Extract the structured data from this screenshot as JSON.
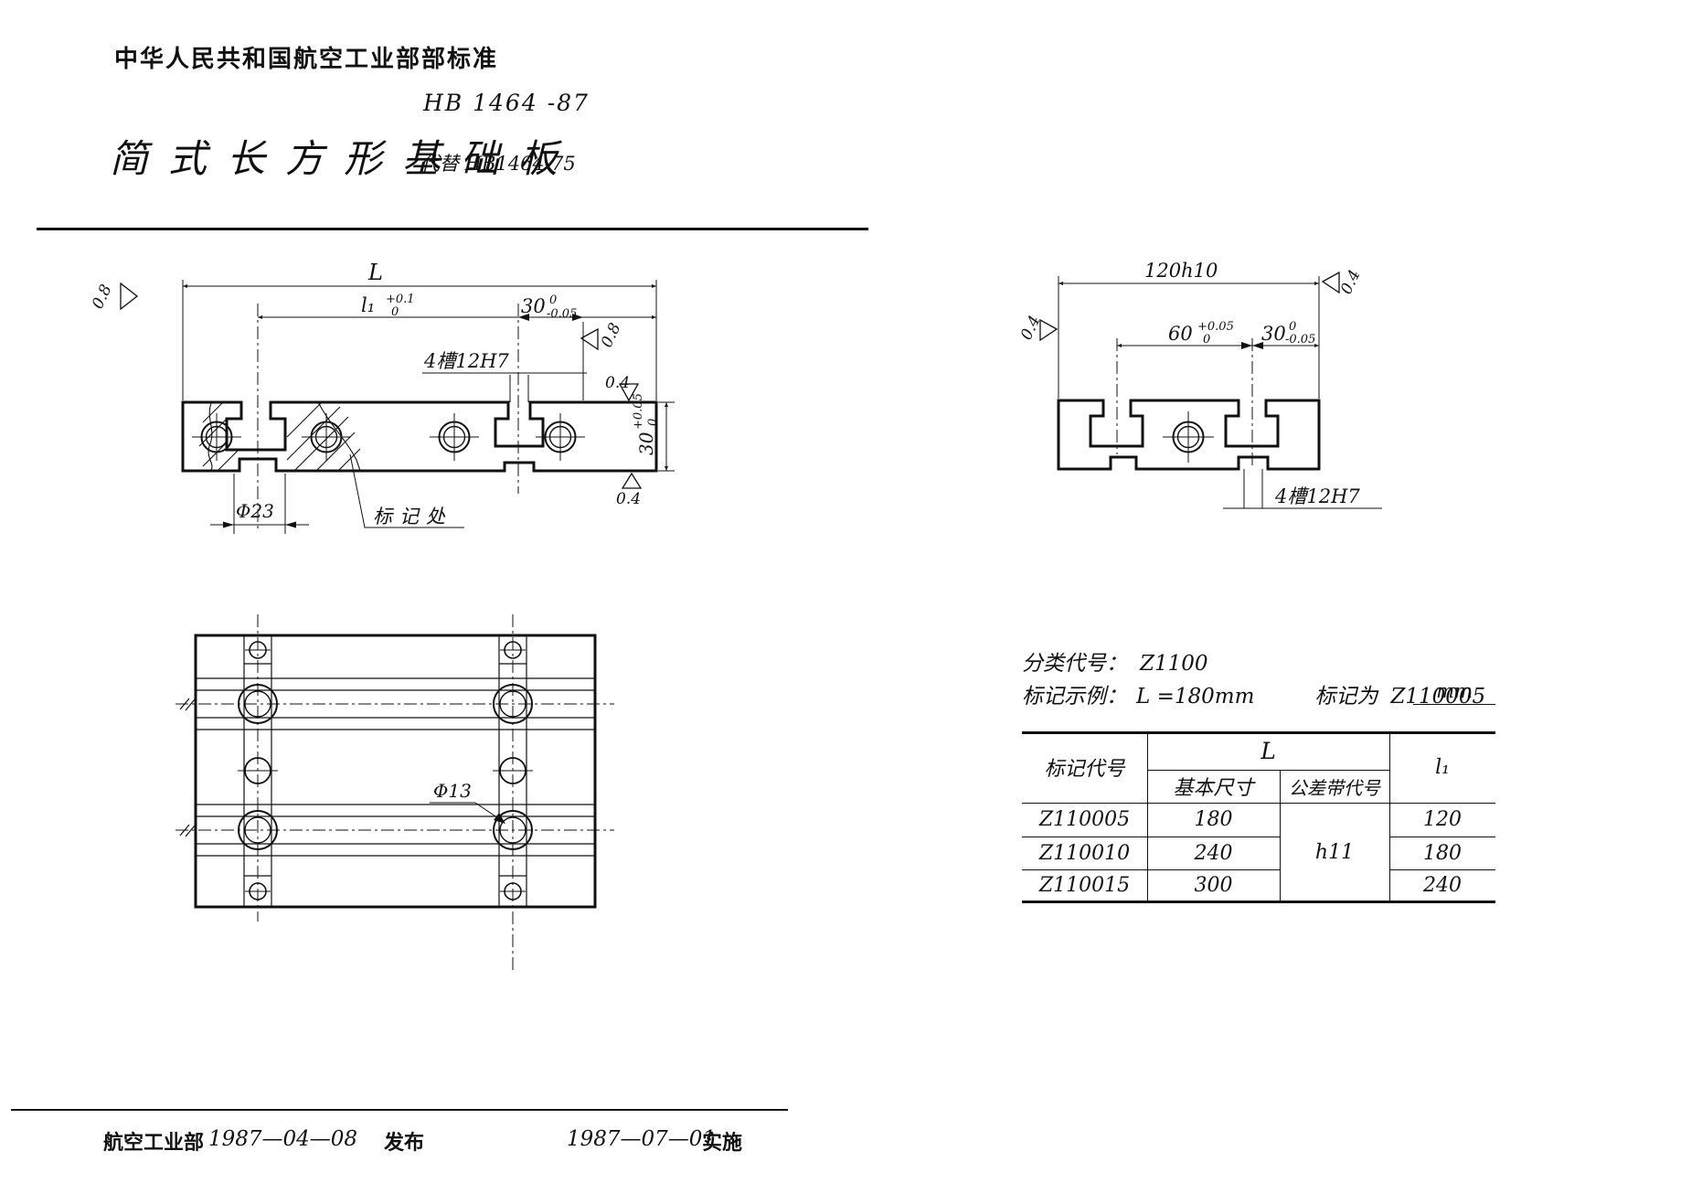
{
  "page": {
    "header_title": "中华人民共和国航空工业部部标准",
    "standard_no": "HB 1464 -87",
    "doc_title": "简式长方形基础板",
    "replaces": "代替 HB1464-75"
  },
  "front_view": {
    "dim_L": "L",
    "dim_l1": {
      "v": "l₁",
      "up": "+0.1",
      "dn": "0"
    },
    "dim_30r": {
      "v": "30",
      "up": "0",
      "dn": "-0.05"
    },
    "slot_label": "4槽12H7",
    "rough_left": "0.8",
    "rough_right": "0.8",
    "rough_top_right": "0.4",
    "rough_bottom_right": "0.4",
    "dim_30v": {
      "v": "30",
      "up": "+0.05",
      "dn": "0"
    },
    "dim_d23": "Φ23",
    "mark_label": "标记处"
  },
  "plan_view": {
    "dim_d13": "Φ13"
  },
  "end_view": {
    "dim_120": "120h10",
    "dim_60": {
      "v": "60",
      "up": "+0.05",
      "dn": "0"
    },
    "dim_30": {
      "v": "30",
      "up": "0",
      "dn": "-0.05"
    },
    "slot_label": "4槽12H7",
    "rough_left": "0.4",
    "rough_right": "0.4"
  },
  "classification": {
    "class_label": "分类代号：",
    "class_code": "Z1100",
    "example_label": "标记示例：",
    "example_value": "L =180mm",
    "mark_as_label": "标记为",
    "mark_as_code": "Z110005"
  },
  "table": {
    "unit": "mm",
    "col_code": "标记代号",
    "col_L": "L",
    "col_basic": "基本尺寸",
    "col_tol": "公差带代号",
    "col_l1": "l₁",
    "tol_value": "h11",
    "rows": [
      {
        "code": "Z110005",
        "basic": "180",
        "l1": "120"
      },
      {
        "code": "Z110010",
        "basic": "240",
        "l1": "180"
      },
      {
        "code": "Z110015",
        "basic": "300",
        "l1": "240"
      }
    ]
  },
  "footer": {
    "org": "航空工业部",
    "issue_date": "1987—04—08",
    "issue_label": "发布",
    "impl_date": "1987—07—01",
    "impl_label": "实施"
  }
}
